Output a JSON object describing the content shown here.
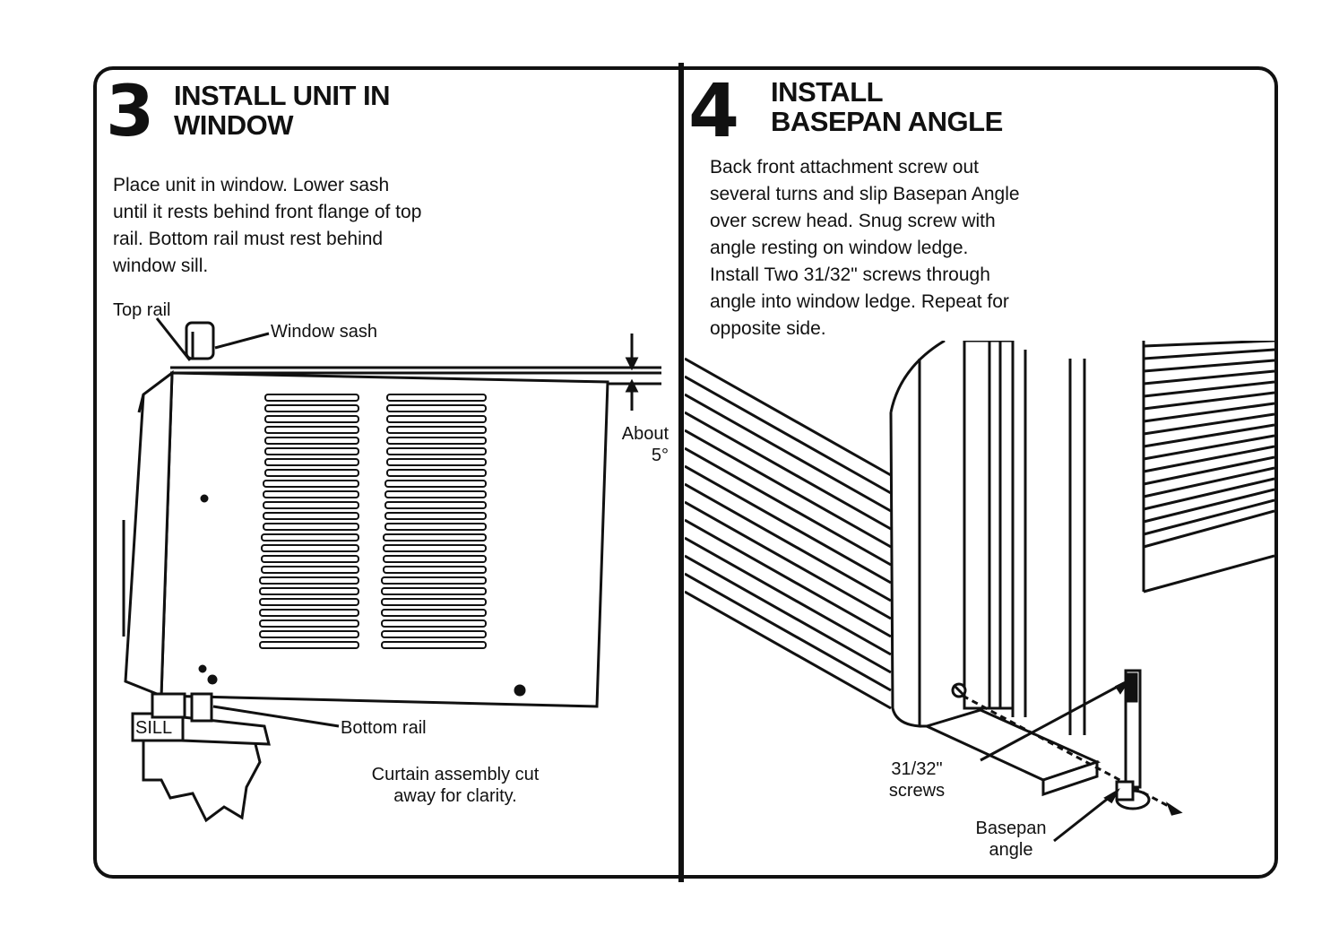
{
  "step3": {
    "number": "3",
    "title": "INSTALL UNIT IN\nWINDOW",
    "body": "Place unit in window. Lower sash\nuntil it rests behind front flange of top\nrail. Bottom rail must rest behind\nwindow sill.",
    "labels": {
      "top_rail": "Top rail",
      "window_sash": "Window  sash",
      "about": "About\n5°",
      "sill": "SILL",
      "bottom_rail": "Bottom rail",
      "curtain_note": "Curtain assembly cut\naway for clarity."
    }
  },
  "step4": {
    "number": "4",
    "title": "INSTALL\nBASEPAN ANGLE",
    "body": "Back front attachment screw out\nseveral turns and slip Basepan Angle\nover screw head. Snug screw with\nangle resting on window ledge.\nInstall Two 31/32\" screws through\nangle into window ledge. Repeat for\nopposite side.",
    "labels": {
      "screws": "31/32\"\nscrews",
      "basepan_angle": "Basepan\nangle"
    }
  }
}
